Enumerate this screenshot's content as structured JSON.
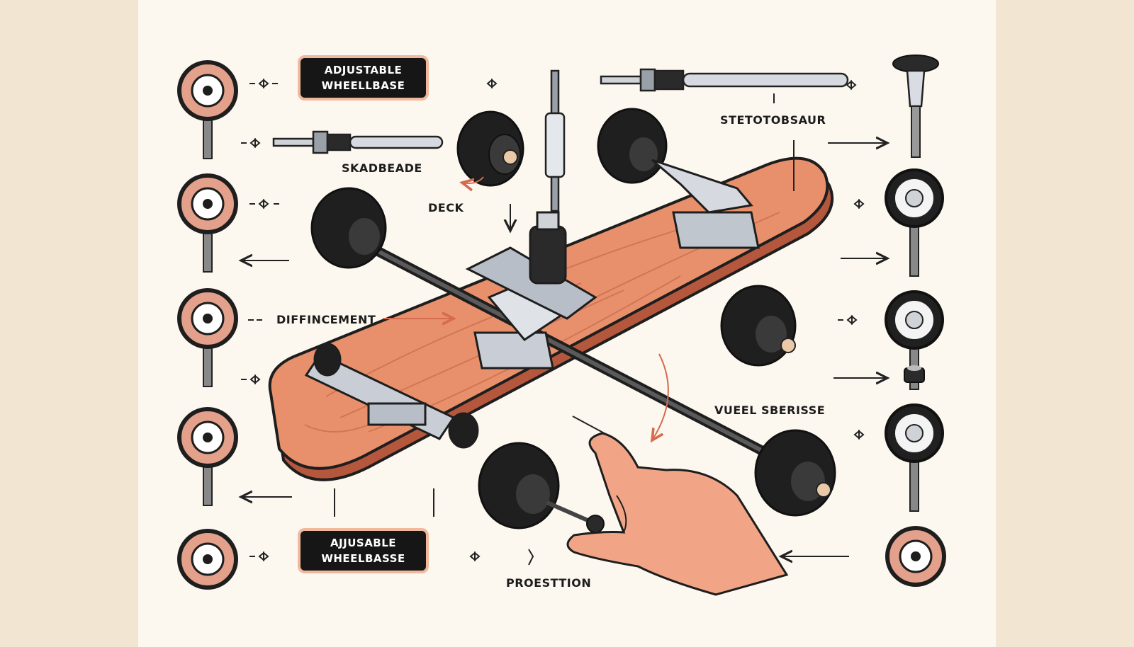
{
  "labels": {
    "tag_top": [
      "ADJUSTABLE",
      "WHEELLBASE"
    ],
    "tag_bottom": [
      "AJJUSABLE",
      "WHEELBASSE"
    ],
    "skadbeade": "SKADBEADE",
    "deck": "DECK",
    "diffincement": "DIFFINCEMENT",
    "stetotobsaur": "STETOTOBSAUR",
    "vueel_sberisse": "VUEEL SBERISSE",
    "proesttion": "PROESTTION"
  },
  "colors": {
    "deck_wood": "#e8906c",
    "deck_edge": "#b5573d",
    "wheel": "#1f1f1f",
    "hub_accent": "#c97a62",
    "metal": "#c9ced6",
    "skin": "#f1a586",
    "tag_border": "#f0b89c"
  }
}
